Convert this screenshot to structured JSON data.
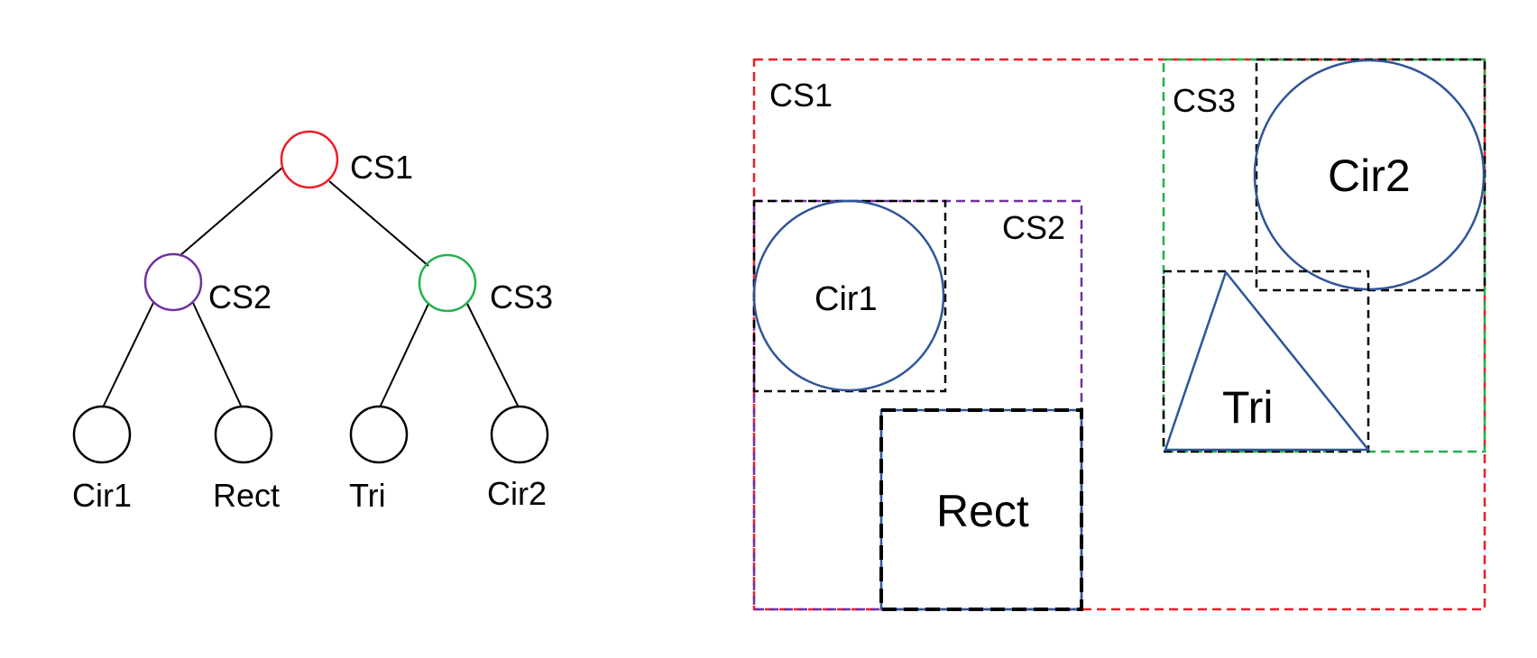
{
  "colors": {
    "cs1": "#ee1c25",
    "cs2": "#7030a0",
    "cs3": "#22b14c",
    "leaf": "#000000",
    "shape": "#2f5597",
    "edge": "#000000",
    "bbox": "#000000"
  },
  "tree": {
    "root_label": "CS1",
    "cs2_label": "CS2",
    "cs3_label": "CS3",
    "leaf_cir1": "Cir1",
    "leaf_rect": "Rect",
    "leaf_tri": "Tri",
    "leaf_cir2": "Cir2"
  },
  "layout": {
    "cs1_label": "CS1",
    "cs2_label": "CS2",
    "cs3_label": "CS3",
    "cir1_label": "Cir1",
    "rect_label": "Rect",
    "tri_label": "Tri",
    "cir2_label": "Cir2"
  }
}
